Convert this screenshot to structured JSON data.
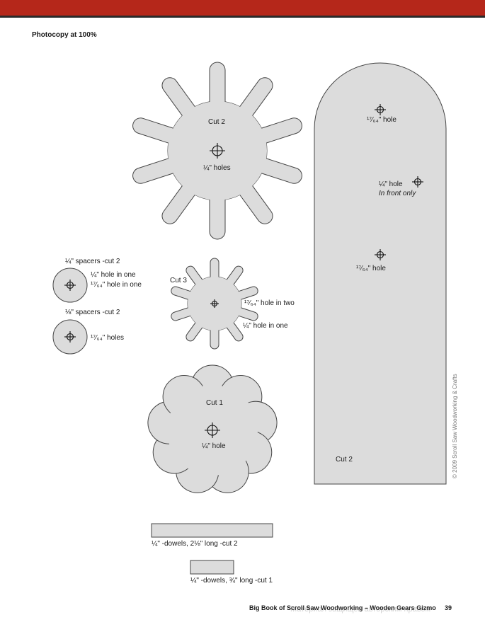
{
  "header": {
    "note": "Photocopy at 100%"
  },
  "gear_large": {
    "label": "Cut 2",
    "hole": "¼\" holes"
  },
  "gear_small": {
    "label": "Cut 3",
    "hole1": "¹⁷⁄₆₄\" hole in two",
    "hole2": "¼\" hole in one"
  },
  "gear_flower": {
    "label": "Cut 1",
    "hole": "¼\" hole"
  },
  "spacer1": {
    "title": "¼\" spacers -cut 2",
    "hole1": "¼\" hole in one",
    "hole2": "¹⁷⁄₆₄\" hole in one"
  },
  "spacer2": {
    "title": "⅛\" spacers -cut 2",
    "hole": "¹⁷⁄₆₄\" holes"
  },
  "arm": {
    "hole_top": "¹⁷⁄₆₄\" hole",
    "hole_mid": "¼\" hole",
    "hole_mid_note": "In front only",
    "hole_low": "¹⁷⁄₆₄\" hole",
    "label": "Cut 2"
  },
  "dowel1": {
    "label": "¼\" -dowels, 2⅛\" long -cut 2"
  },
  "dowel2": {
    "label": "¼\" -dowels, ¾\" long -cut 1"
  },
  "copyright": "© 2009 Scroll Saw Woodworking & Crafts",
  "footer": {
    "title": "Big Book of Scroll Saw Woodworking – Wooden Gears Gizmo",
    "page": "39"
  },
  "watermark": "Материал защищен авторским правом"
}
